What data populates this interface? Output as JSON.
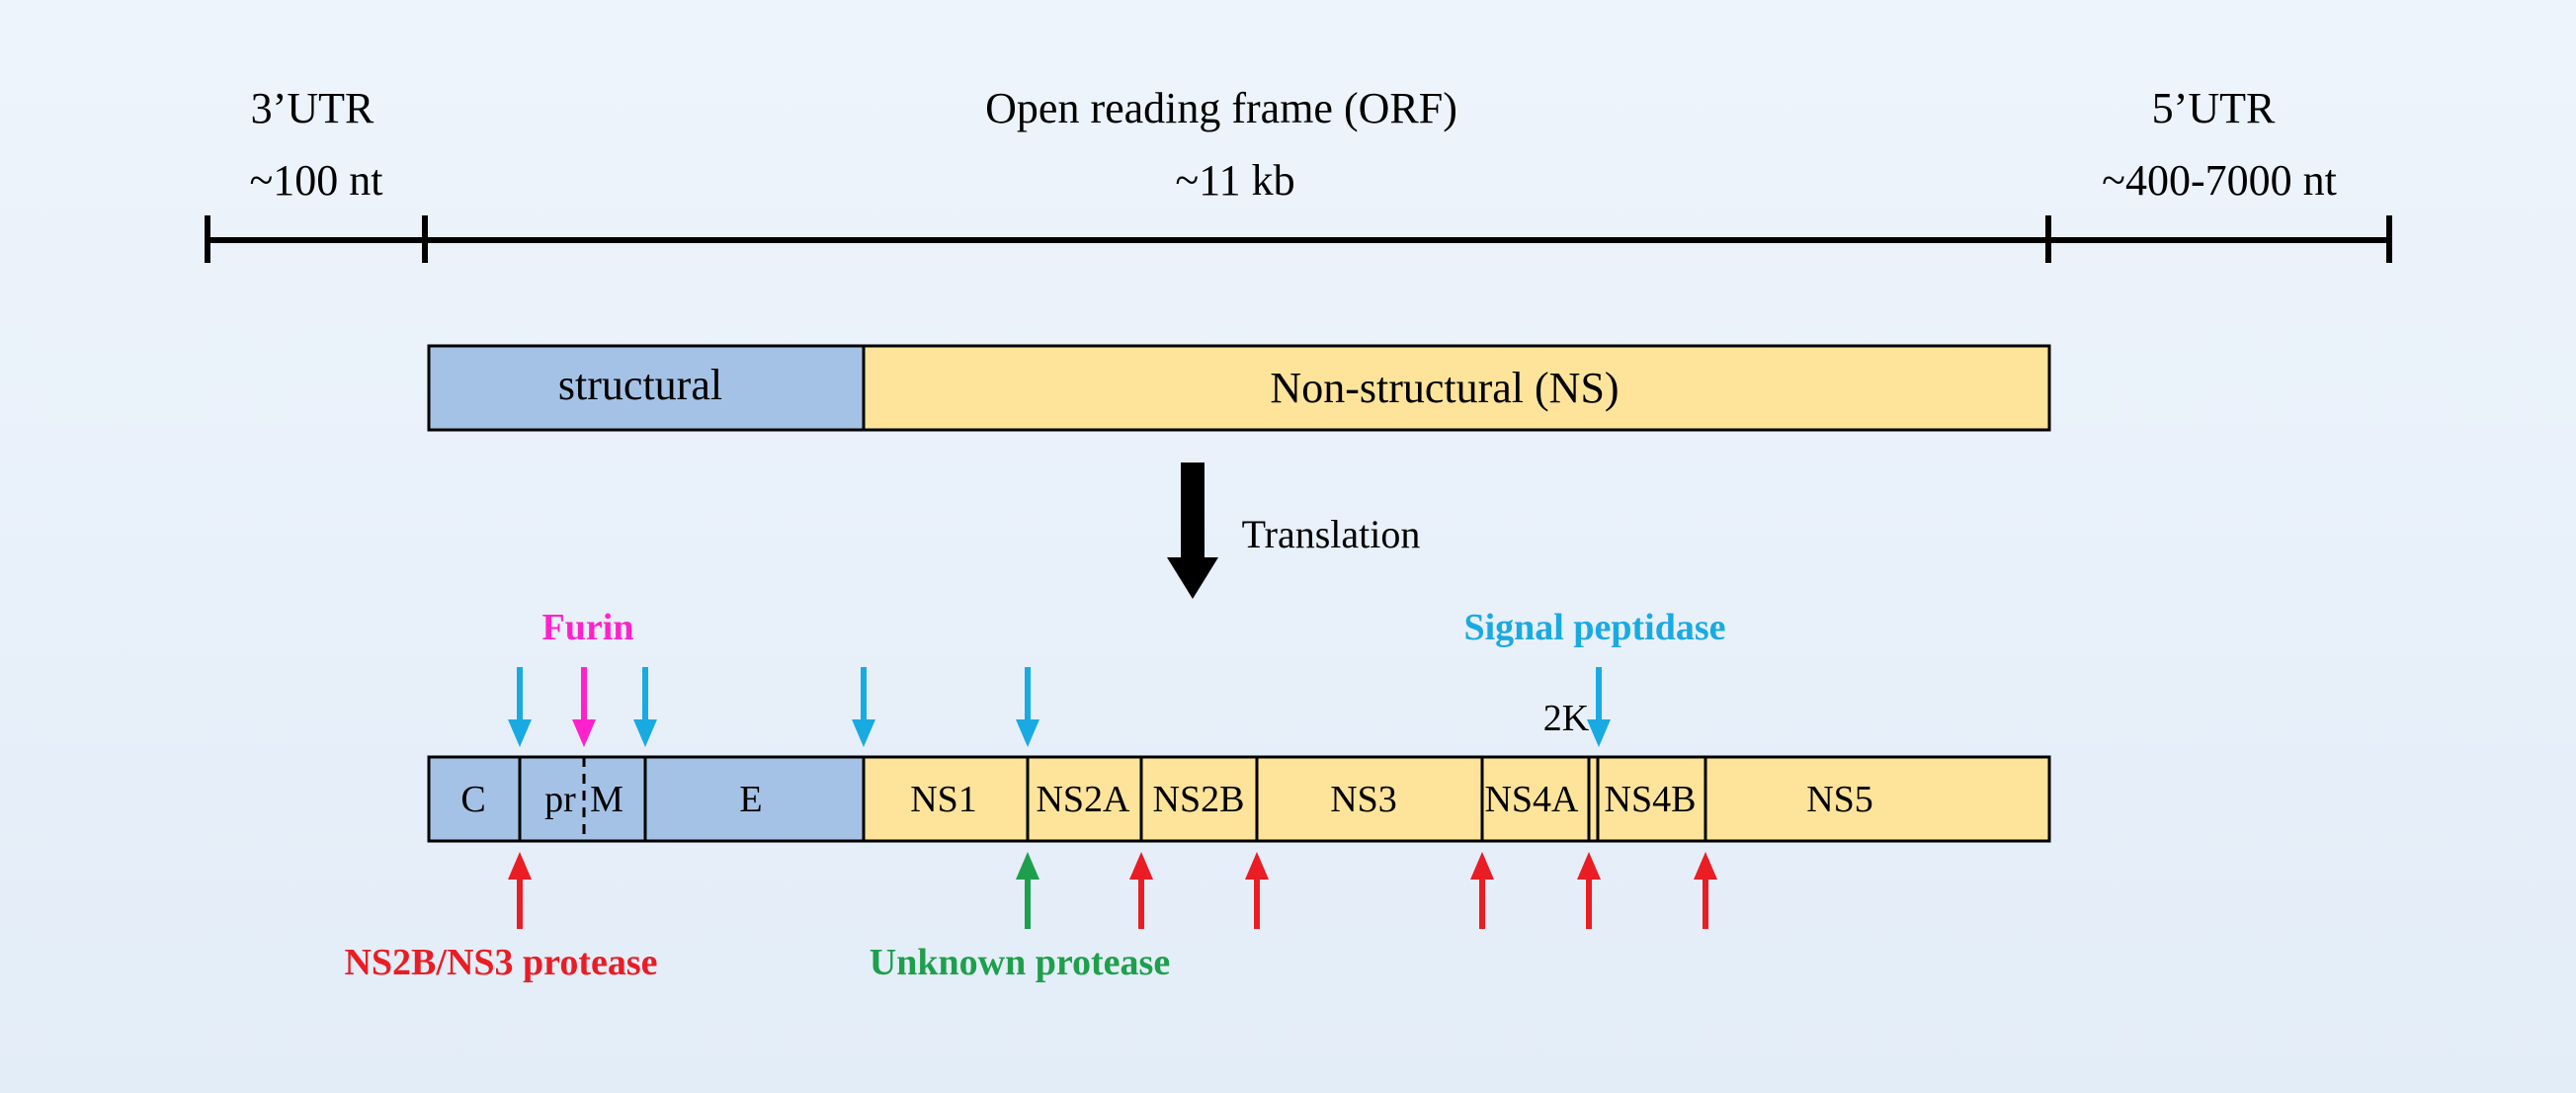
{
  "genome": {
    "utr_left": {
      "name": "3’UTR",
      "size": "~100 nt"
    },
    "orf": {
      "name": "Open reading frame (ORF)",
      "size": "~11 kb"
    },
    "utr_right": {
      "name": "5’UTR",
      "size": "~400-7000 nt"
    }
  },
  "polyprotein": {
    "structural": "structural",
    "nonstructural": "Non-structural (NS)"
  },
  "translation_label": "Translation",
  "segments": [
    {
      "label": "C",
      "type": "structural"
    },
    {
      "label": "pr",
      "type": "structural"
    },
    {
      "label": "M",
      "type": "structural"
    },
    {
      "label": "E",
      "type": "structural"
    },
    {
      "label": "NS1",
      "type": "nonstructural"
    },
    {
      "label": "NS2A",
      "type": "nonstructural"
    },
    {
      "label": "NS2B",
      "type": "nonstructural"
    },
    {
      "label": "NS3",
      "type": "nonstructural"
    },
    {
      "label": "NS4A",
      "type": "nonstructural"
    },
    {
      "label": "NS4B",
      "type": "nonstructural"
    },
    {
      "label": "NS5",
      "type": "nonstructural"
    }
  ],
  "small_peptide_label": "2K",
  "enzymes": {
    "furin": "Furin",
    "signal_peptidase": "Signal peptidase",
    "ns2b_ns3_protease": "NS2B/NS3 protease",
    "unknown_protease": "Unknown protease"
  },
  "colors": {
    "structural": "#a4c2e6",
    "nonstructural": "#fde49a",
    "furin": "#ff22cc",
    "signal_peptidase": "#1aaae2",
    "ns2b_ns3_protease": "#ea1c24",
    "unknown_protease": "#1e9f4c",
    "background": "#e8f0fa"
  }
}
